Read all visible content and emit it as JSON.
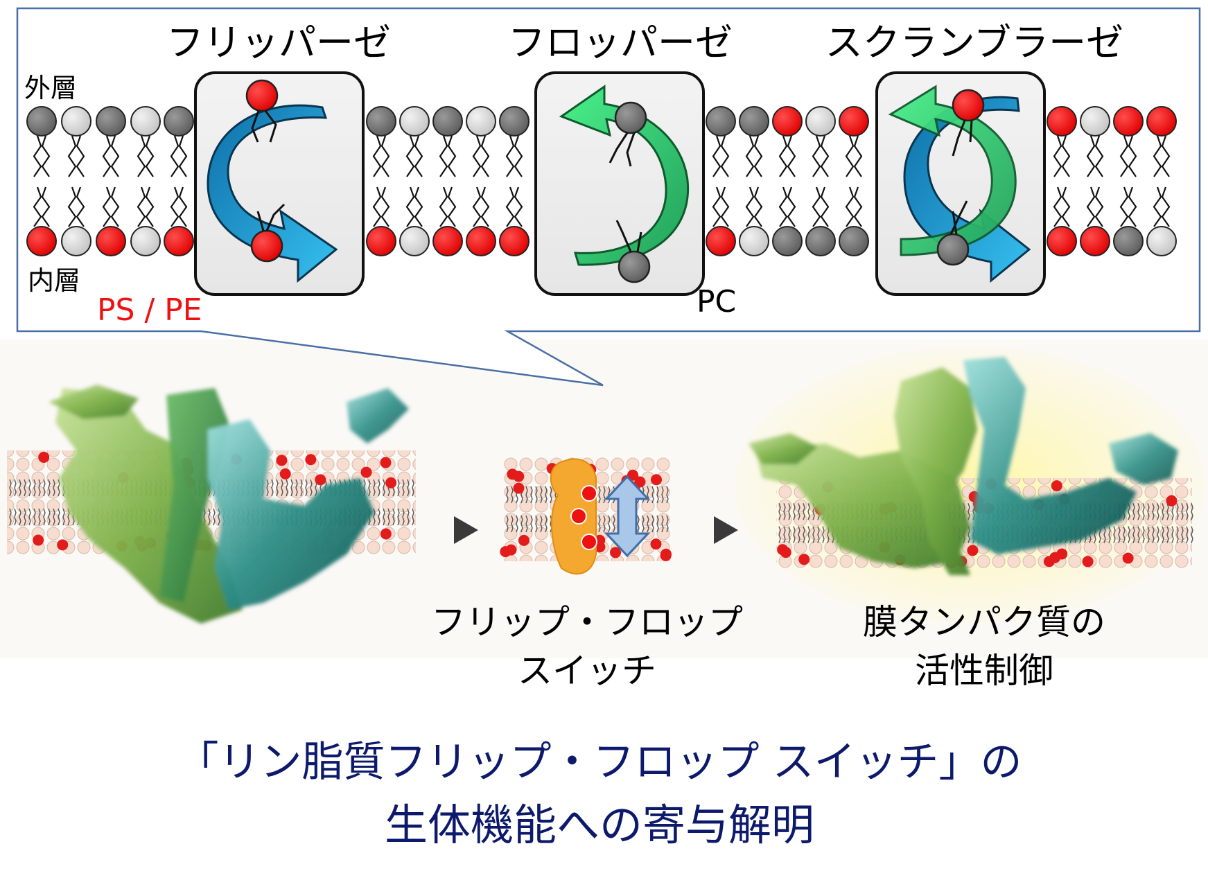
{
  "top_panel": {
    "enzymes": [
      {
        "label": "フリッパーゼ"
      },
      {
        "label": "フロッパーゼ"
      },
      {
        "label": "スクランブラーゼ"
      }
    ],
    "outer_layer_label": "外層",
    "inner_layer_label": "内層",
    "ps_pe_label": "PS / PE",
    "pc_label": "PC"
  },
  "bottom_panel": {
    "middle_caption_line1": "フリップ・フロップ",
    "middle_caption_line2": "スイッチ",
    "right_caption_line1": "膜タンパク質の",
    "right_caption_line2": "活性制御"
  },
  "title": {
    "line1": "「リン脂質フリップ・フロップ スイッチ」の",
    "line2": "生体機能への寄与解明"
  },
  "colors": {
    "frame_border": "#4a6fa5",
    "red_lipid": "#ee1111",
    "dark_lipid": "#6e6e6e",
    "light_lipid": "#d6d6d6",
    "flippase_arrow": "#1a9fd9",
    "floppase_arrow": "#2fd27a",
    "title_navy": "#0d1a6b",
    "ps_pe_red": "#ee1111"
  }
}
